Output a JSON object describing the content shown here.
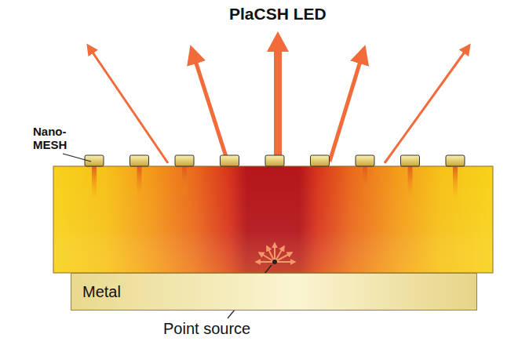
{
  "diagram": {
    "title": "PlaCSH LED",
    "nodes": [
      {
        "text": [
          "Metal"
        ]
      }
    ],
    "labels": [
      "Nano- MESH",
      "Point source"
    ]
  }
}
